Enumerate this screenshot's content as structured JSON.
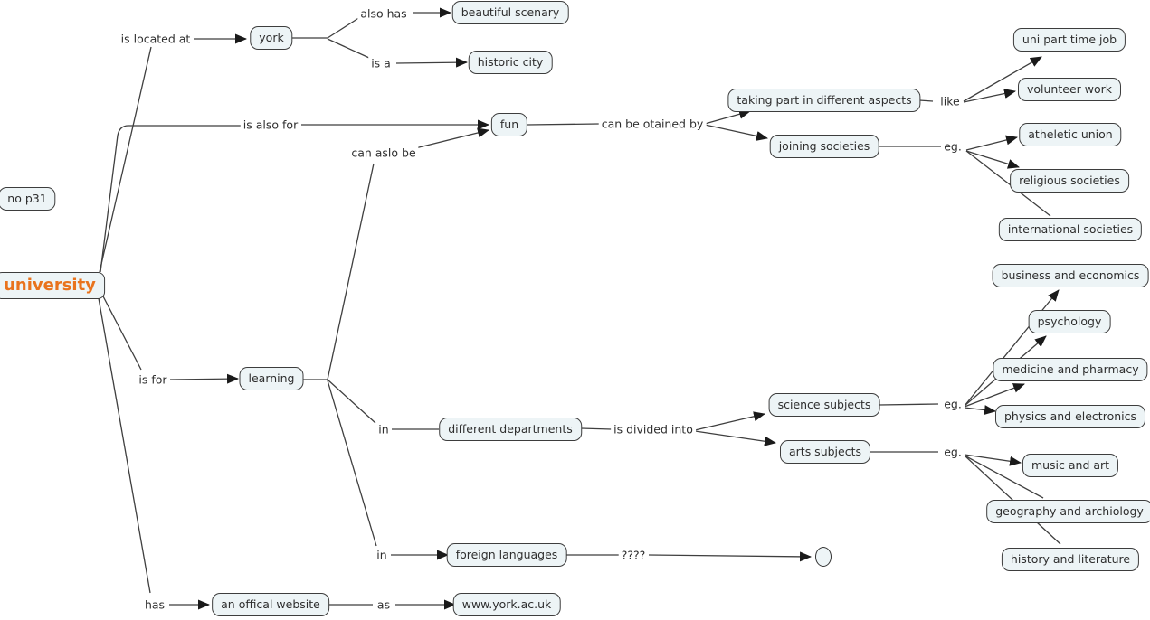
{
  "diagram": {
    "type": "concept-map",
    "root": "university",
    "colors": {
      "background": "#ffffff",
      "node_fill": "#edf4f6",
      "node_border": "#3d3d3d",
      "line": "#3f3f3f",
      "text": "#2e2e2e",
      "root_text": "#e9731d"
    },
    "nodes": [
      {
        "id": "no-p31",
        "label": "no p31"
      },
      {
        "id": "university",
        "label": "university"
      },
      {
        "id": "york",
        "label": "york"
      },
      {
        "id": "beautiful-scenary",
        "label": "beautiful scenary"
      },
      {
        "id": "historic-city",
        "label": "historic city"
      },
      {
        "id": "fun",
        "label": "fun"
      },
      {
        "id": "taking-part",
        "label": "taking part in different aspects"
      },
      {
        "id": "joining-societies",
        "label": "joining societies"
      },
      {
        "id": "uni-part-time-job",
        "label": "uni part time job"
      },
      {
        "id": "volunteer-work",
        "label": "volunteer work"
      },
      {
        "id": "atheletic-union",
        "label": "atheletic union"
      },
      {
        "id": "religious-societies",
        "label": "religious societies"
      },
      {
        "id": "international-societies",
        "label": "international societies"
      },
      {
        "id": "business-and-economics",
        "label": "business and economics"
      },
      {
        "id": "psychology",
        "label": "psychology"
      },
      {
        "id": "medicine-and-pharmacy",
        "label": "medicine and pharmacy"
      },
      {
        "id": "physics-and-electronics",
        "label": "physics and electronics"
      },
      {
        "id": "learning",
        "label": "learning"
      },
      {
        "id": "different-departments",
        "label": "different departments"
      },
      {
        "id": "science-subjects",
        "label": "science subjects"
      },
      {
        "id": "arts-subjects",
        "label": "arts subjects"
      },
      {
        "id": "music-and-art",
        "label": "music and art"
      },
      {
        "id": "geography-and-archiology",
        "label": "geography and archiology"
      },
      {
        "id": "history-and-literature",
        "label": "history and literature"
      },
      {
        "id": "foreign-languages",
        "label": "foreign languages"
      },
      {
        "id": "an-offical-website",
        "label": "an offical website"
      },
      {
        "id": "www-york-ac-uk",
        "label": "www.york.ac.uk"
      },
      {
        "id": "unnamed-concept",
        "label": ""
      }
    ],
    "edge_labels": [
      {
        "id": "is-located-at",
        "text": "is located at"
      },
      {
        "id": "also-has",
        "text": "also has"
      },
      {
        "id": "is-a",
        "text": "is a"
      },
      {
        "id": "is-also-for",
        "text": "is also for"
      },
      {
        "id": "can-aslo-be",
        "text": "can aslo be"
      },
      {
        "id": "can-be-otained-by",
        "text": "can be otained by"
      },
      {
        "id": "like",
        "text": "like"
      },
      {
        "id": "eg-societies",
        "text": "eg."
      },
      {
        "id": "is-for",
        "text": "is for"
      },
      {
        "id": "in-departments",
        "text": "in"
      },
      {
        "id": "is-divided-into",
        "text": "is divided into"
      },
      {
        "id": "eg-science",
        "text": "eg."
      },
      {
        "id": "eg-arts",
        "text": "eg."
      },
      {
        "id": "in-languages",
        "text": "in"
      },
      {
        "id": "question-marks",
        "text": "????"
      },
      {
        "id": "has",
        "text": "has"
      },
      {
        "id": "as",
        "text": "as"
      }
    ],
    "connections": [
      {
        "from": "university",
        "label": "is located at",
        "to": "york"
      },
      {
        "from": "york",
        "label": "also has",
        "to": "beautiful scenary"
      },
      {
        "from": "york",
        "label": "is a",
        "to": "historic city"
      },
      {
        "from": "university",
        "label": "is also for",
        "to": "fun"
      },
      {
        "from": "learning",
        "label": "can aslo be",
        "to": "fun"
      },
      {
        "from": "fun",
        "label": "can be otained by",
        "to": "taking part in different aspects"
      },
      {
        "from": "fun",
        "label": "can be otained by",
        "to": "joining societies"
      },
      {
        "from": "taking part in different aspects",
        "label": "like",
        "to": "uni part time job"
      },
      {
        "from": "taking part in different aspects",
        "label": "like",
        "to": "volunteer work"
      },
      {
        "from": "joining societies",
        "label": "eg.",
        "to": "atheletic union"
      },
      {
        "from": "joining societies",
        "label": "eg.",
        "to": "religious societies"
      },
      {
        "from": "joining societies",
        "label": "eg.",
        "to": "international societies"
      },
      {
        "from": "university",
        "label": "is for",
        "to": "learning"
      },
      {
        "from": "learning",
        "label": "in",
        "to": "different departments"
      },
      {
        "from": "different departments",
        "label": "is divided into",
        "to": "science subjects"
      },
      {
        "from": "different departments",
        "label": "is divided into",
        "to": "arts subjects"
      },
      {
        "from": "science subjects",
        "label": "eg.",
        "to": "business and economics"
      },
      {
        "from": "science subjects",
        "label": "eg.",
        "to": "psychology"
      },
      {
        "from": "science subjects",
        "label": "eg.",
        "to": "medicine and pharmacy"
      },
      {
        "from": "science subjects",
        "label": "eg.",
        "to": "physics and electronics"
      },
      {
        "from": "arts subjects",
        "label": "eg.",
        "to": "music and art"
      },
      {
        "from": "arts subjects",
        "label": "eg.",
        "to": "geography and archiology"
      },
      {
        "from": "arts subjects",
        "label": "eg.",
        "to": "history and literature"
      },
      {
        "from": "learning",
        "label": "in",
        "to": "foreign languages"
      },
      {
        "from": "foreign languages",
        "label": "????",
        "to": ""
      },
      {
        "from": "university",
        "label": "has",
        "to": "an offical website"
      },
      {
        "from": "an offical website",
        "label": "as",
        "to": "www.york.ac.uk"
      }
    ]
  }
}
